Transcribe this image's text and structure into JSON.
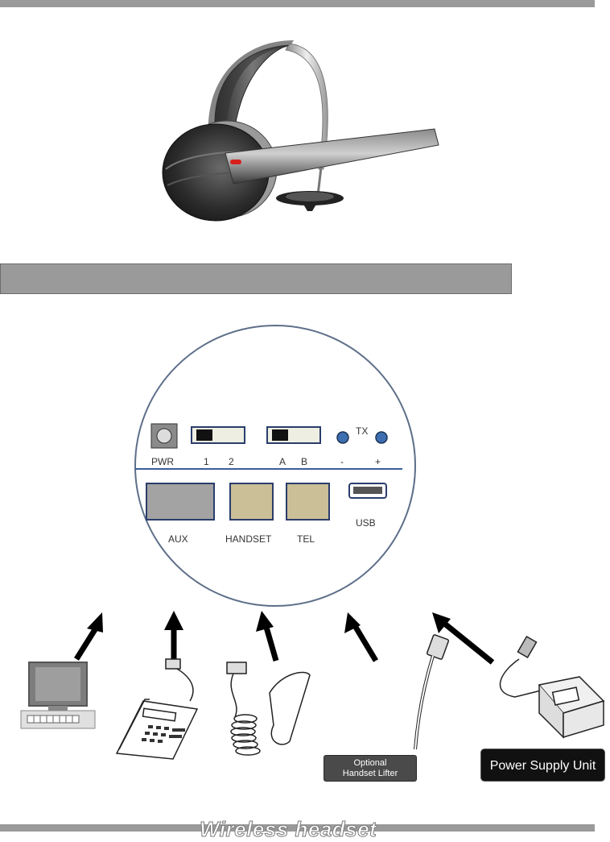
{
  "panel": {
    "pwr_label": "PWR",
    "switch1_labels": [
      "1",
      "2"
    ],
    "switch2_labels": [
      "A",
      "B"
    ],
    "tx_label": "TX",
    "tx_minus": "-",
    "tx_plus": "+",
    "aux_label": "AUX",
    "handset_label": "HANDSET",
    "tel_label": "TEL",
    "usb_label": "USB"
  },
  "devices": {
    "lifter_label_line1": "Optional",
    "lifter_label_line2": "Handset Lifter",
    "psu_label": "Power Supply Unit"
  },
  "footer": {
    "text": "Wireless headset"
  },
  "colors": {
    "port_aux": "#a3a3a3",
    "port_handset": "#cbbf98",
    "led": "#3d6fb0",
    "circle_border": "#5e6f89"
  }
}
